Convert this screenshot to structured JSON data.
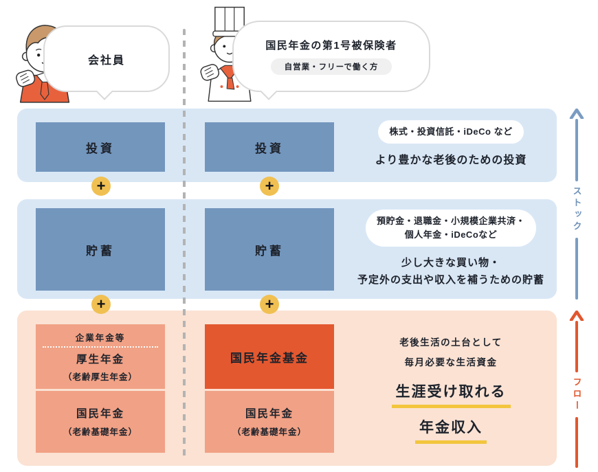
{
  "header": {
    "company": {
      "bubble_label": "会社員"
    },
    "self_employed": {
      "bubble_title": "国民年金の第1号被保険者",
      "bubble_subtitle": "自営業・フリーで働く方"
    }
  },
  "stock": {
    "axis_label": "ストック",
    "invest": {
      "box_label": "投資",
      "tag": "株式・投資信託・iDeCo など",
      "desc": "より豊かな老後のための投資"
    },
    "savings": {
      "box_label": "貯蓄",
      "tag_line1": "預貯金・退職金・小規模企業共済・",
      "tag_line2": "個人年金・iDeCoなど",
      "desc_line1": "少し大きな買い物・",
      "desc_line2": "予定外の支出や収入を補うための貯蓄"
    }
  },
  "flow": {
    "axis_label": "フロー",
    "company": {
      "top_box": {
        "header": "企業年金等",
        "title": "厚生年金",
        "subtitle": "（老齢厚生年金）"
      },
      "bottom_box": {
        "title": "国民年金",
        "subtitle": "（老齢基礎年金）"
      }
    },
    "self_employed": {
      "top_box": {
        "title": "国民年金基金"
      },
      "bottom_box": {
        "title": "国民年金",
        "subtitle": "（老齢基礎年金）"
      }
    },
    "desc": {
      "line1": "老後生活の土台として",
      "line2": "毎月必要な生活資金",
      "highlight1": "生涯受け取れる",
      "highlight2": "年金収入"
    }
  },
  "symbols": {
    "plus": "+"
  },
  "colors": {
    "section_blue": "#d9e7f5",
    "box_blue": "#7396bd",
    "section_pink": "#fbe2d3",
    "box_salmon": "#f1a185",
    "box_orange": "#e4582f",
    "plus_yellow": "#f0c052",
    "underline_yellow": "#f2c53d",
    "axis_stock": "#7b9cc2",
    "axis_flow": "#e0572e",
    "character_accent": "#e8613d",
    "hair_brown": "#c9996b"
  }
}
